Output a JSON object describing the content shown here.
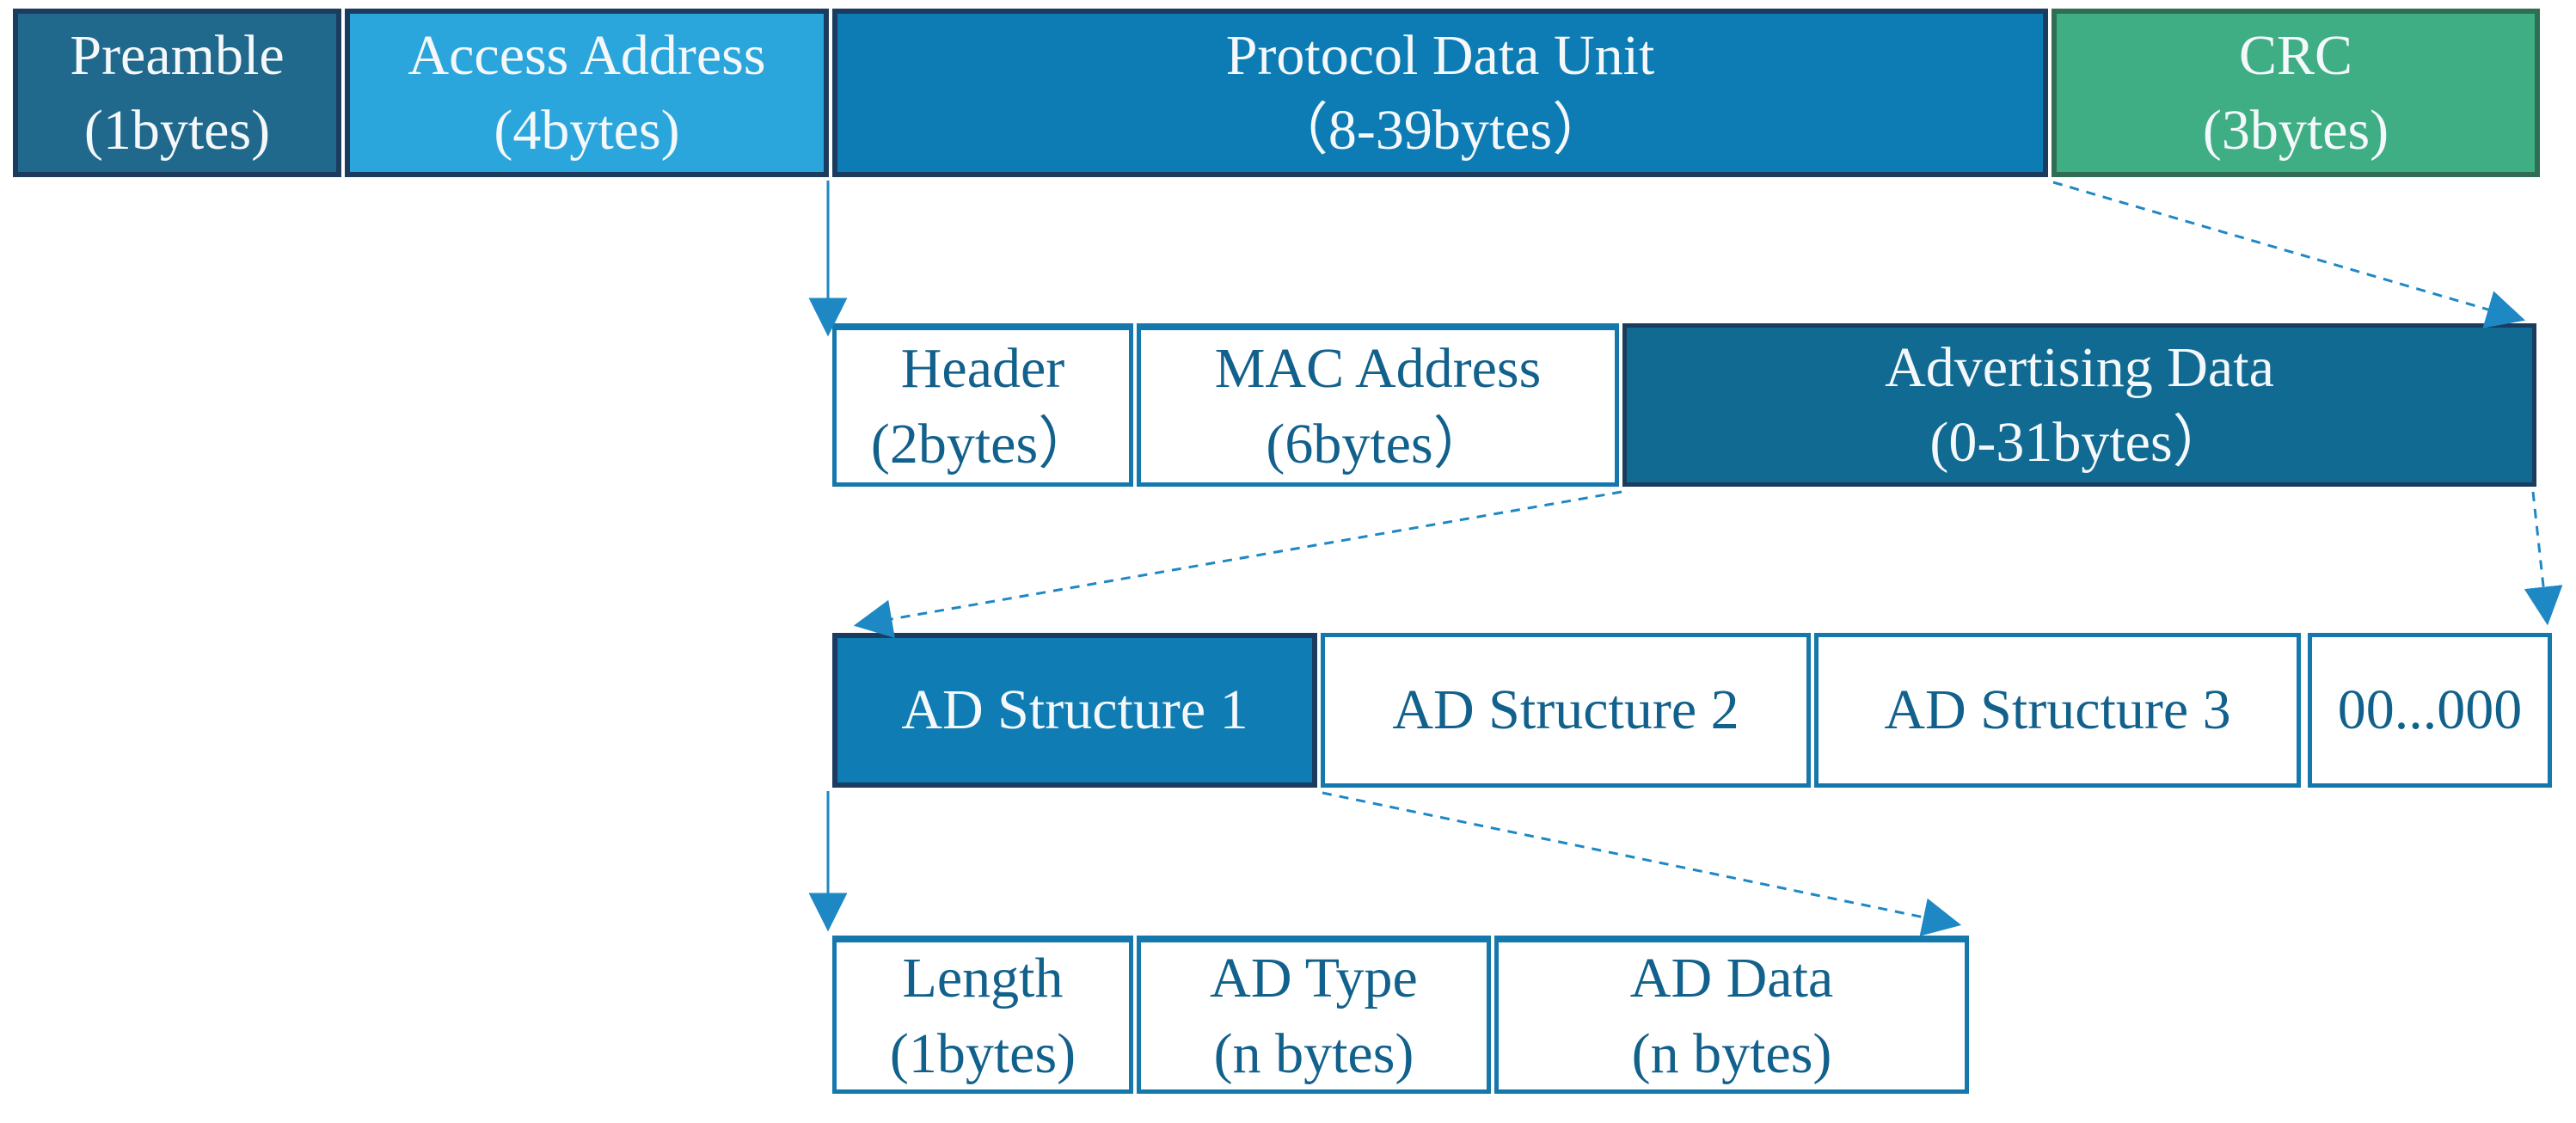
{
  "palette": {
    "c_preamble": "#21698C",
    "c_access": "#2BA6DC",
    "c_pdu": "#0E7CB4",
    "c_crc": "#3FAE85",
    "c_crc_border": "#2F6E55",
    "c_advdata": "#116A92",
    "c_ads1": "#0F7CB3",
    "c_navy": "#1B3C5E",
    "c_blue_border": "#1478AC",
    "c_text": "#12618C",
    "c_arrow": "#1E88C5"
  },
  "rows": [
    {
      "name": "packet",
      "boxes": [
        {
          "label": "Preamble",
          "size": "(1bytes)"
        },
        {
          "label": "Access Address",
          "size": "(4bytes)"
        },
        {
          "label": "Protocol Data Unit",
          "size": "（8-39bytes）"
        },
        {
          "label": "CRC",
          "size": "(3bytes)"
        }
      ]
    },
    {
      "name": "protocol-data-unit",
      "boxes": [
        {
          "label": "Header",
          "size": "(2bytes）"
        },
        {
          "label": "MAC Address",
          "size": "(6bytes）"
        },
        {
          "label": "Advertising Data",
          "size": "(0-31bytes）"
        }
      ]
    },
    {
      "name": "advertising-data",
      "boxes": [
        {
          "label": "AD Structure 1"
        },
        {
          "label": "AD Structure 2"
        },
        {
          "label": "AD Structure 3"
        },
        {
          "label": "00...000"
        }
      ]
    },
    {
      "name": "ad-structure",
      "boxes": [
        {
          "label": "Length",
          "size": "(1bytes)"
        },
        {
          "label": "AD Type",
          "size": "(n bytes)"
        },
        {
          "label": "AD Data",
          "size": "(n bytes)"
        }
      ]
    }
  ]
}
